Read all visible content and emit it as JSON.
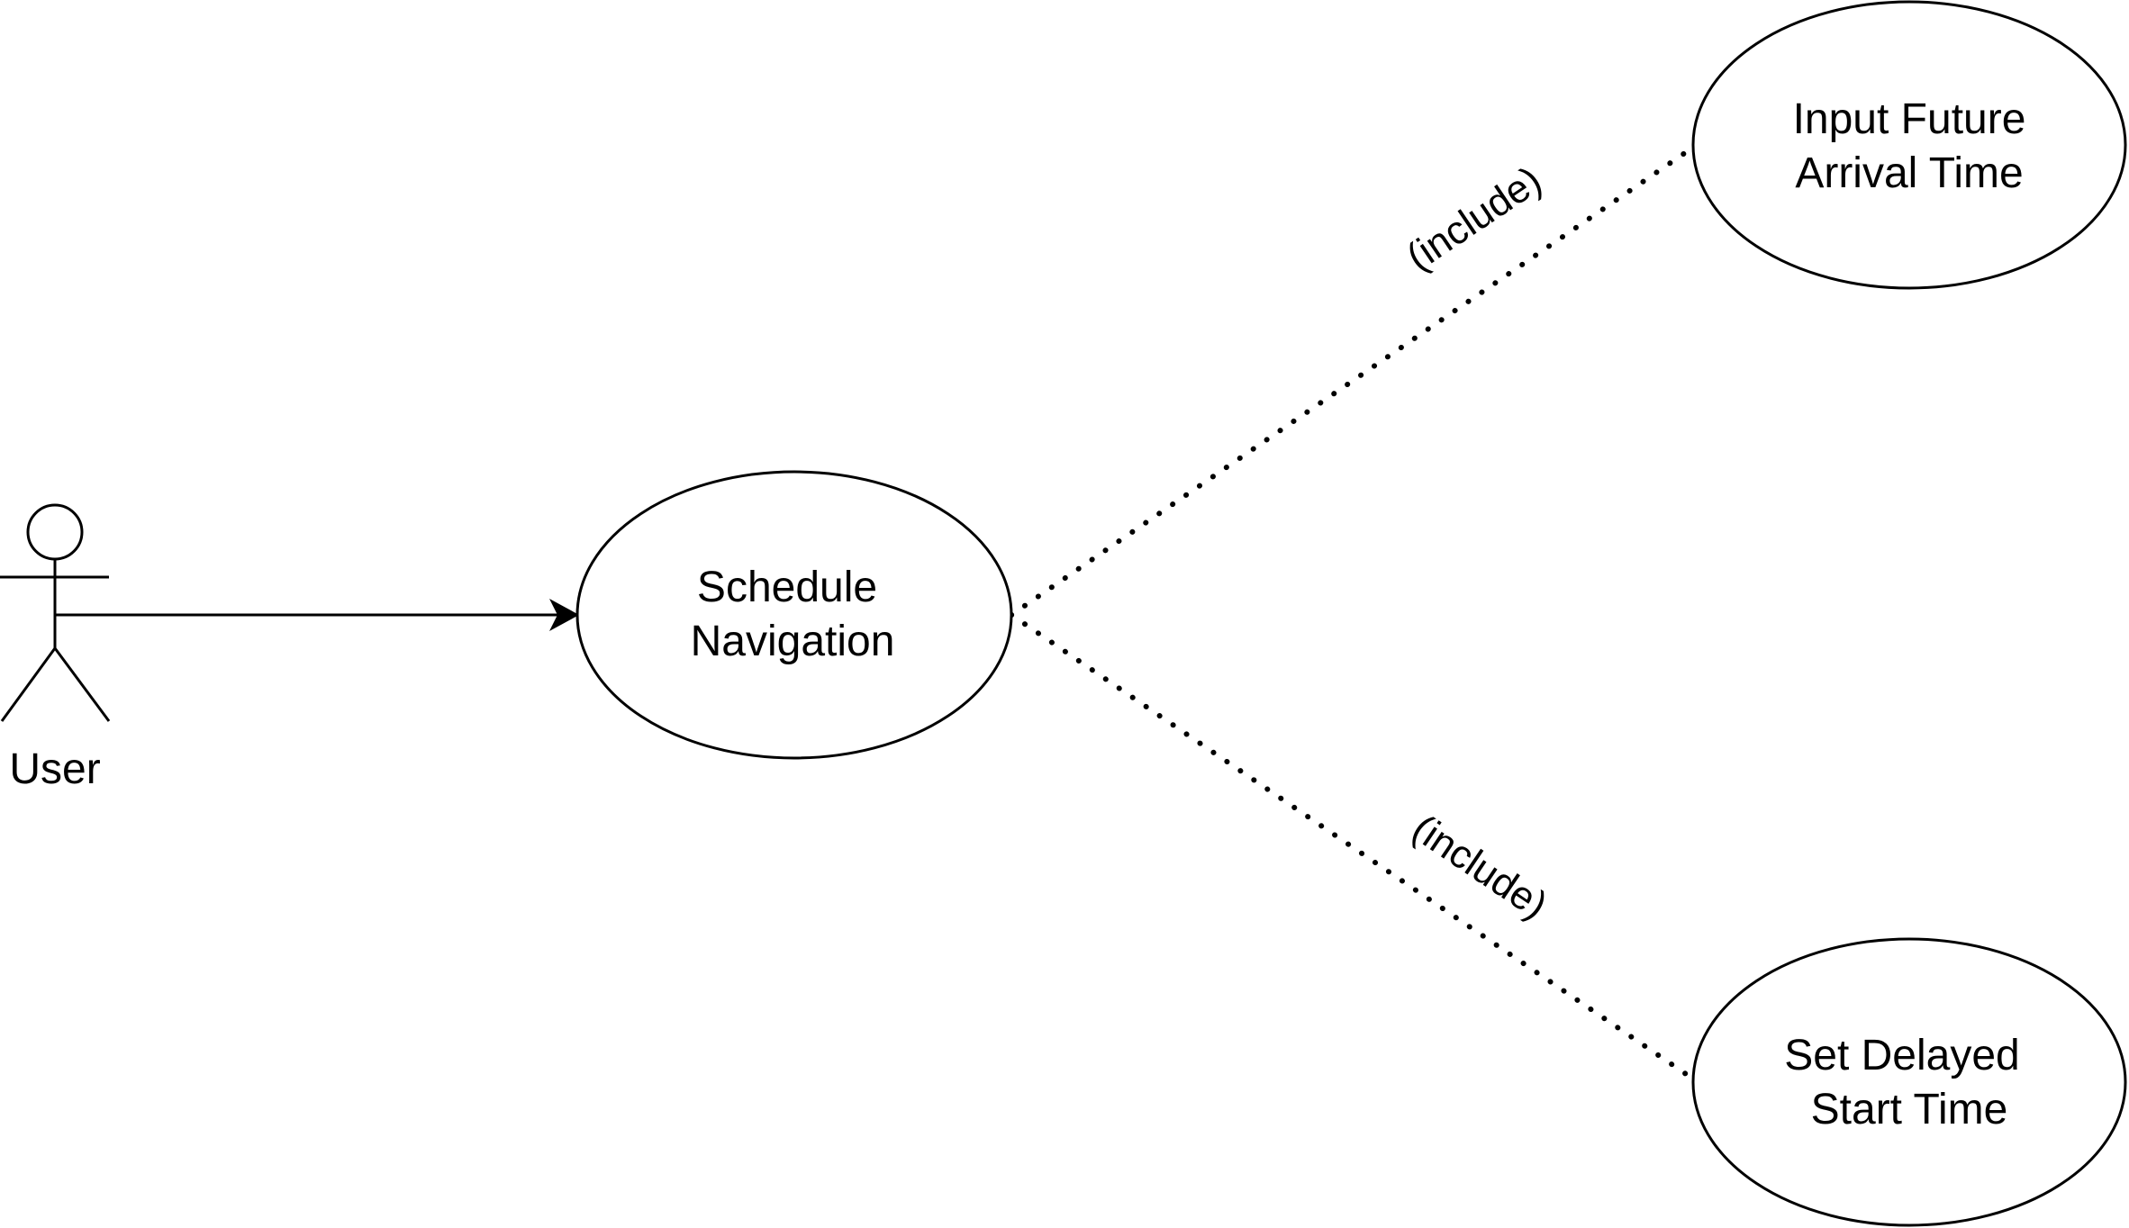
{
  "actor": {
    "label": "User"
  },
  "use_cases": {
    "schedule": {
      "line1": "Schedule",
      "line2": "Navigation"
    },
    "arrival": {
      "line1": "Input Future",
      "line2": "Arrival Time"
    },
    "delayed": {
      "line1": "Set Delayed",
      "line2": "Start Time"
    }
  },
  "relations": {
    "include_top": "(include)",
    "include_bottom": "(include)"
  }
}
